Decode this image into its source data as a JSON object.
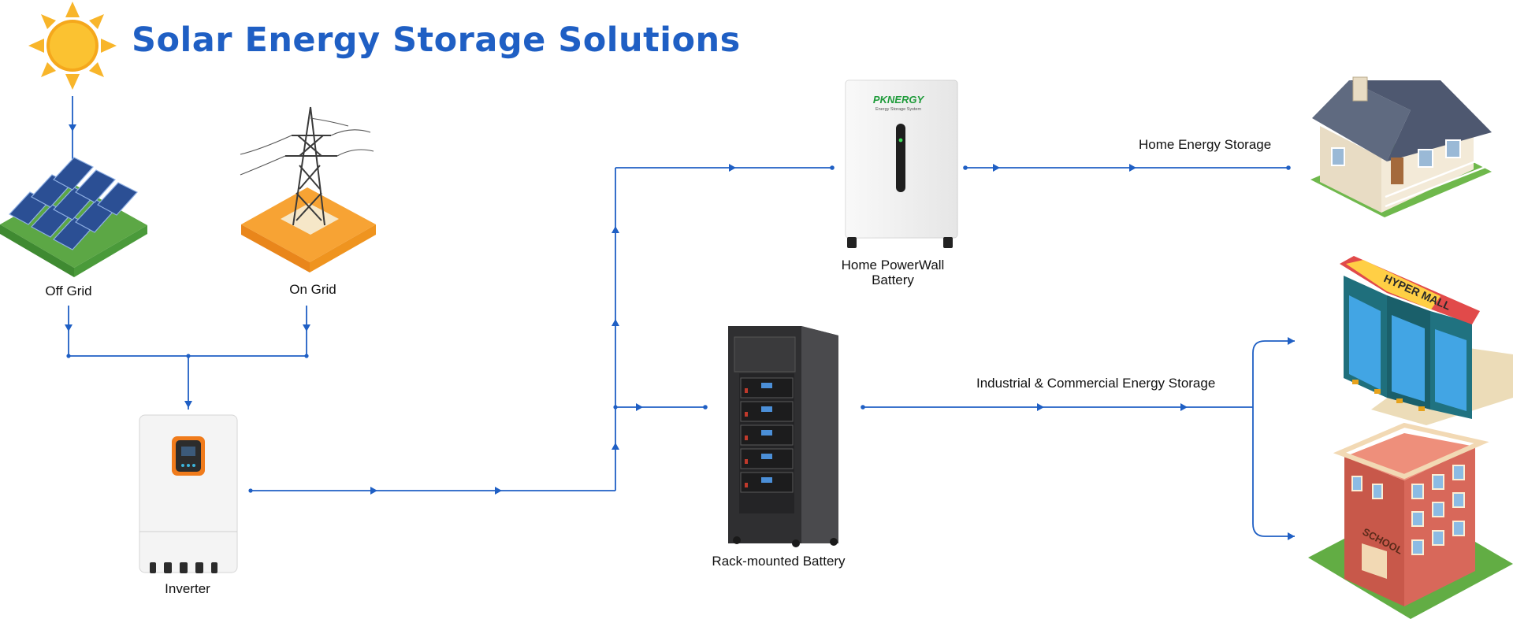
{
  "title": "Solar Energy Storage Solutions",
  "colors": {
    "title": "#1f5fc4",
    "flow_line": "#1f5fc4",
    "grid_pad": "#f7a334"
  },
  "nodes": {
    "sun": {
      "icon": "sun-icon"
    },
    "off_grid": {
      "label": "Off Grid",
      "icon": "solar-panels-icon"
    },
    "on_grid": {
      "label": "On Grid",
      "icon": "power-tower-icon"
    },
    "inverter": {
      "label": "Inverter",
      "icon": "inverter-icon"
    },
    "powerwall": {
      "label_line1": "Home PowerWall",
      "label_line2": "Battery",
      "icon": "powerwall-battery-icon",
      "brand": "PKNERGY",
      "brand_sub": "Energy Storage System"
    },
    "rack": {
      "label": "Rack-mounted Battery",
      "icon": "rack-battery-icon"
    },
    "house": {
      "icon": "house-icon"
    },
    "mall": {
      "icon": "mall-icon",
      "sign": "HYPER MALL"
    },
    "school": {
      "icon": "school-icon",
      "sign": "SCHOOL"
    }
  },
  "edges": {
    "home": {
      "label": "Home Energy Storage"
    },
    "industrial": {
      "label": "Industrial & Commercial Energy Storage"
    }
  }
}
